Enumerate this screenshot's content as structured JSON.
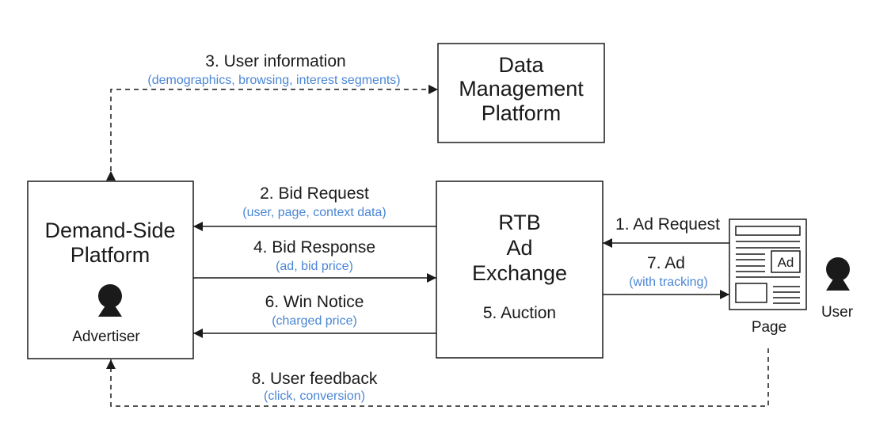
{
  "boxes": {
    "dmp": [
      "Data",
      "Management",
      "Platform"
    ],
    "dsp": [
      "Demand-Side",
      "Platform"
    ],
    "rtb": [
      "RTB",
      "Ad",
      "Exchange"
    ],
    "auction": "5. Auction",
    "advertiser": "Advertiser"
  },
  "flows": {
    "user_information": {
      "label": "3. User information",
      "detail": "(demographics, browsing, interest segments)"
    },
    "bid_request": {
      "label": "2. Bid Request",
      "detail": "(user, page, context data)"
    },
    "bid_response": {
      "label": "4. Bid Response",
      "detail": "(ad, bid price)"
    },
    "win_notice": {
      "label": "6. Win Notice",
      "detail": "(charged price)"
    },
    "ad_request": {
      "label": "1. Ad Request"
    },
    "ad": {
      "label": "7. Ad",
      "detail": "(with tracking)"
    },
    "user_feedback": {
      "label": "8. User feedback",
      "detail": "(click, conversion)"
    }
  },
  "page": {
    "ad_label": "Ad",
    "caption": "Page"
  },
  "user": {
    "caption": "User"
  },
  "colors": {
    "line": "#1a1a1a",
    "detail_text": "#4a86d4"
  }
}
